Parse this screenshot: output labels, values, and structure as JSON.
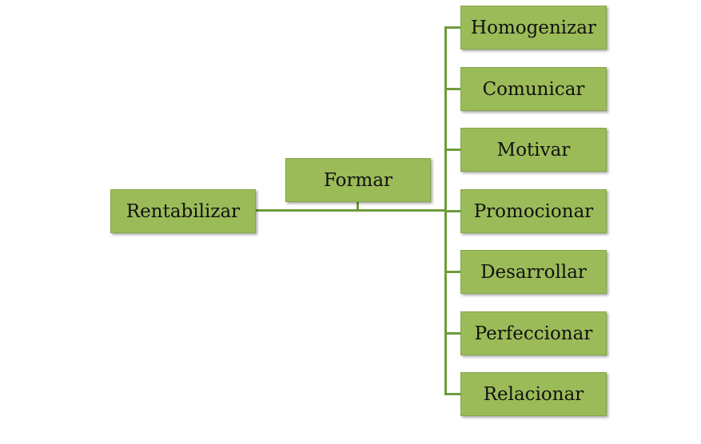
{
  "colors": {
    "node_fill": "#9bbb59",
    "node_border": "#86a84a",
    "connector": "#6f9b3a",
    "text": "#111111",
    "background": "#ffffff"
  },
  "diagram": {
    "root": "Rentabilizar",
    "intermediate": "Formar",
    "children": [
      "Homogenizar",
      "Comunicar",
      "Motivar",
      "Promocionar",
      "Desarrollar",
      "Perfeccionar",
      "Relacionar"
    ]
  }
}
